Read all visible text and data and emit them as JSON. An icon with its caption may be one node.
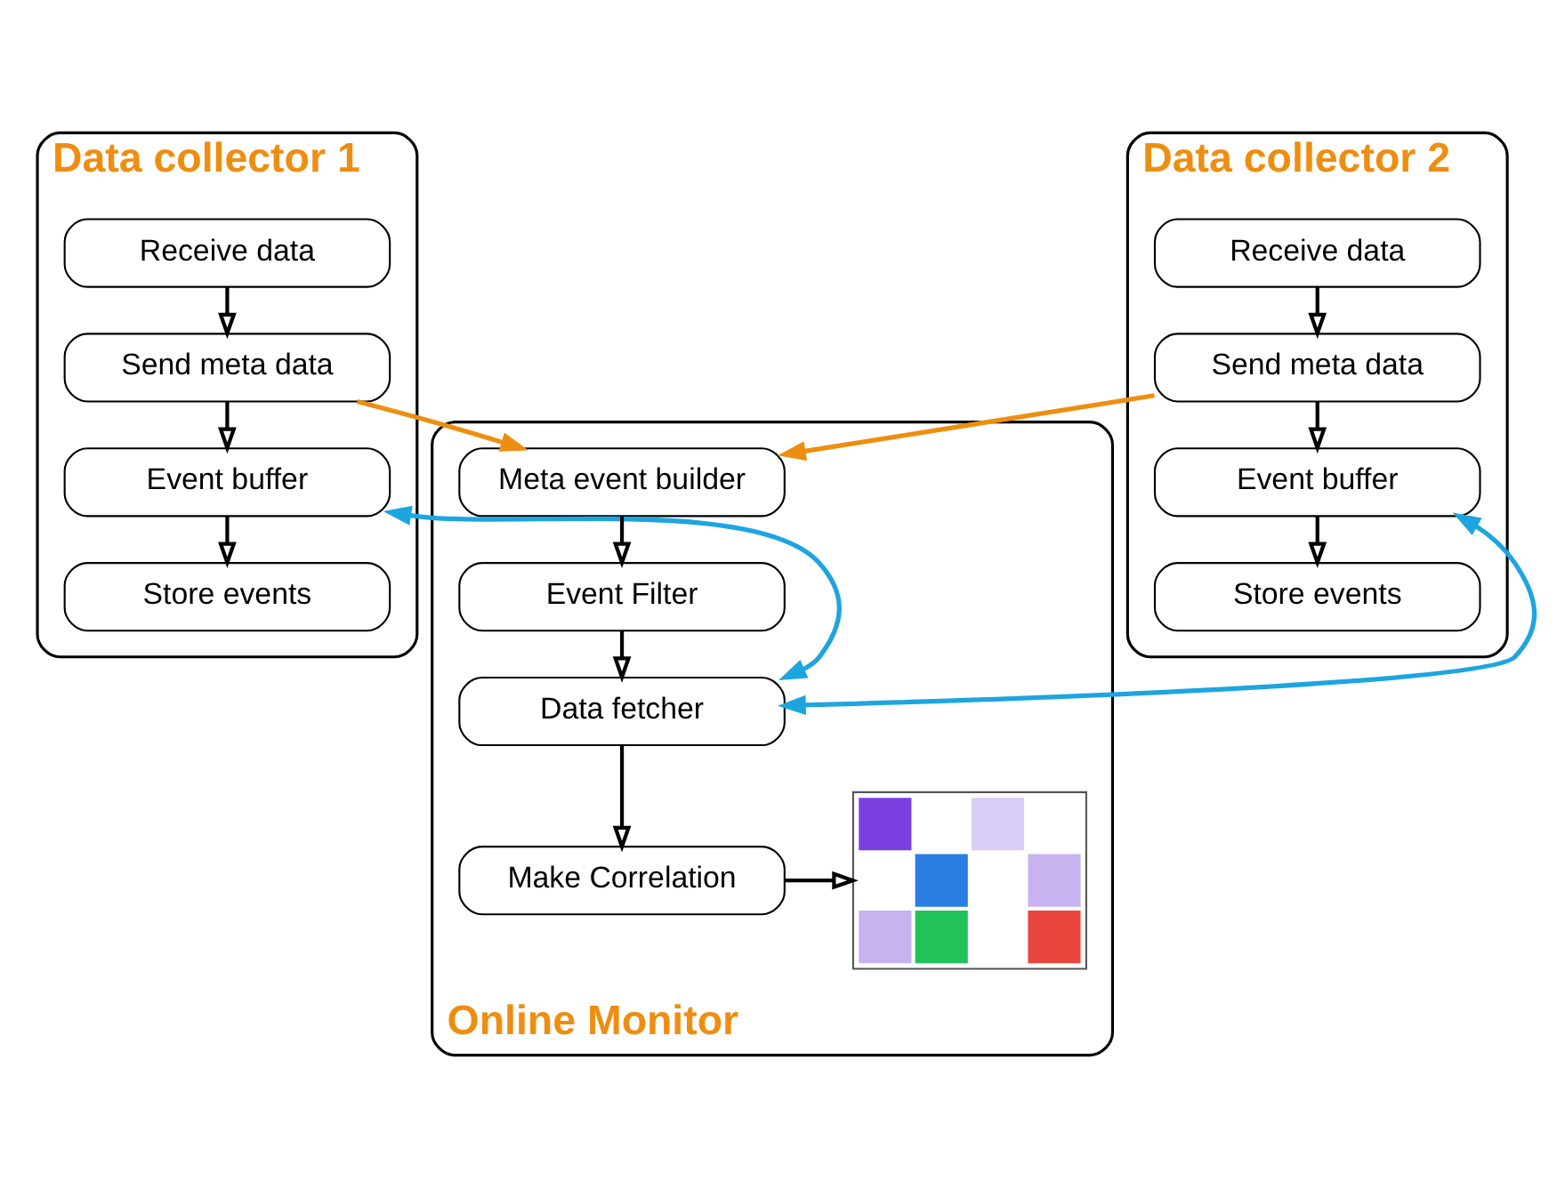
{
  "diagram": {
    "nodes": [
      {
        "text": [
          "Data collector 1"
        ]
      },
      {
        "text": [
          "Receive data"
        ],
        "in": 0
      },
      {
        "text": [
          "Send meta data"
        ],
        "in": 0
      },
      {
        "text": [
          "Event buffer"
        ],
        "in": 0
      },
      {
        "text": [
          "Store events"
        ],
        "in": 0
      },
      {
        "text": [
          "Data collector 2"
        ]
      },
      {
        "text": [
          "Receive data"
        ],
        "in": 5
      },
      {
        "text": [
          "Send meta data"
        ],
        "in": 5
      },
      {
        "text": [
          "Event buffer"
        ],
        "in": 5
      },
      {
        "text": [
          "Store events"
        ],
        "in": 5
      },
      {
        "text": [
          "Online Monitor"
        ]
      },
      {
        "text": [
          "Meta event builder"
        ],
        "in": 10
      },
      {
        "text": [
          "Event Filter"
        ],
        "in": 10
      },
      {
        "text": [
          "Data fetcher"
        ],
        "in": 10
      },
      {
        "text": [
          "Make Correlation"
        ],
        "in": 10
      },
      {
        "text": [],
        "shape": "picture",
        "in": 10
      }
    ],
    "edges": [
      {
        "from": 1,
        "to": 2,
        "arrow": "to"
      },
      {
        "from": 2,
        "to": 3,
        "arrow": "to"
      },
      {
        "from": 3,
        "to": 4,
        "arrow": "to"
      },
      {
        "from": 6,
        "to": 7,
        "arrow": "to"
      },
      {
        "from": 7,
        "to": 8,
        "arrow": "to"
      },
      {
        "from": 8,
        "to": 9,
        "arrow": "to"
      },
      {
        "from": 11,
        "to": 12,
        "arrow": "to"
      },
      {
        "from": 12,
        "to": 13,
        "arrow": "to"
      },
      {
        "from": 13,
        "to": 14,
        "arrow": "to"
      },
      {
        "from": 14,
        "to": 15,
        "arrow": "to"
      },
      {
        "from": 2,
        "to": 11,
        "arrow": "to",
        "color": "#ee8e11"
      },
      {
        "from": 7,
        "to": 11,
        "arrow": "to",
        "color": "#ee8e11"
      },
      {
        "from": 3,
        "to": 13,
        "arrow": "both",
        "color": "#1ea5e0"
      },
      {
        "from": 8,
        "to": 13,
        "arrow": "both",
        "color": "#1ea5e0"
      }
    ]
  }
}
